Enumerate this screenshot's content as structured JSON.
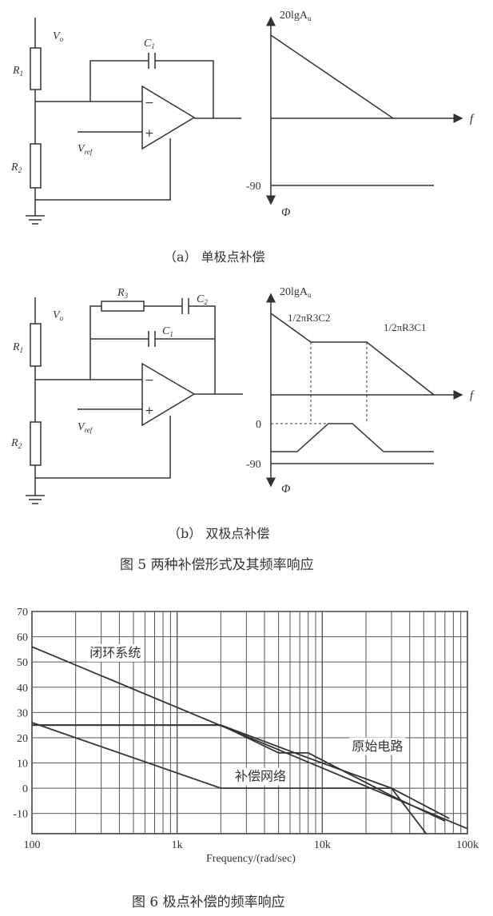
{
  "figure5": {
    "panel_a": {
      "vo": "V",
      "vo_sub": "o",
      "r1": "R",
      "r1_sub": "1",
      "r2": "R",
      "r2_sub": "2",
      "c1": "C",
      "c1_sub": "1",
      "vref": "V",
      "vref_sub": "ref",
      "minus": "−",
      "plus": "+",
      "gain_axis": "20lgA",
      "gain_sub": "u",
      "freq_axis": "f",
      "phase_axis": "Φ",
      "phase_level": "-90",
      "caption": "（a）  单极点补偿"
    },
    "panel_b": {
      "vo": "V",
      "vo_sub": "o",
      "r1": "R",
      "r1_sub": "1",
      "r2": "R",
      "r2_sub": "2",
      "r3": "R",
      "r3_sub": "3",
      "c1": "C",
      "c1_sub": "1",
      "c2": "C",
      "c2_sub": "2",
      "vref": "V",
      "vref_sub": "ref",
      "minus": "−",
      "plus": "+",
      "gain_axis": "20lgA",
      "gain_sub": "u",
      "freq_axis": "f",
      "phase_axis": "Φ",
      "phase_zero": "0",
      "phase_level": "-90",
      "corner1": "1/2πR3C2",
      "corner2": "1/2πR3C1",
      "caption": "（b）  双极点补偿"
    },
    "caption": "图 5    两种补偿形式及其频率响应"
  },
  "figure6": {
    "caption": "图 6    极点补偿的频率响应",
    "chart_data": {
      "type": "line",
      "xlabel": "Frequency/(rad/sec)",
      "xscale": "log",
      "xlim": [
        100,
        100000
      ],
      "ylim": [
        -18,
        70
      ],
      "grid": true,
      "xticks": [
        {
          "v": 100,
          "label": "100"
        },
        {
          "v": 1000,
          "label": "1k"
        },
        {
          "v": 10000,
          "label": "10k"
        },
        {
          "v": 100000,
          "label": "100k"
        }
      ],
      "yticks": [
        {
          "v": 70,
          "label": "70"
        },
        {
          "v": 60,
          "label": "60"
        },
        {
          "v": 50,
          "label": "50"
        },
        {
          "v": 40,
          "label": "40"
        },
        {
          "v": 30,
          "label": "30"
        },
        {
          "v": 20,
          "label": "20"
        },
        {
          "v": 10,
          "label": "10"
        },
        {
          "v": 0,
          "label": "0"
        },
        {
          "v": -10,
          "label": "-10"
        }
      ],
      "annotations": [
        {
          "text": "闭环系统",
          "x": 250,
          "y": 52
        },
        {
          "text": "原始电路",
          "x": 16000,
          "y": 15
        },
        {
          "text": "补偿网络",
          "x": 2500,
          "y": 3
        }
      ],
      "series": [
        {
          "points": [
            [
              100,
              56
            ],
            [
              100000,
              -16
            ]
          ]
        },
        {
          "points": [
            [
              100,
              25
            ],
            [
              2000,
              25
            ],
            [
              8000,
              12
            ],
            [
              30000,
              0
            ],
            [
              75000,
              -12
            ]
          ]
        },
        {
          "points": [
            [
              100,
              26
            ],
            [
              2000,
              0
            ],
            [
              30000,
              0
            ],
            [
              52000,
              -18
            ]
          ]
        },
        {
          "points": [
            [
              100,
              25
            ],
            [
              2000,
              25
            ],
            [
              5000,
              14
            ],
            [
              8000,
              14
            ],
            [
              30000,
              -3
            ],
            [
              70000,
              -13
            ]
          ]
        }
      ]
    }
  }
}
